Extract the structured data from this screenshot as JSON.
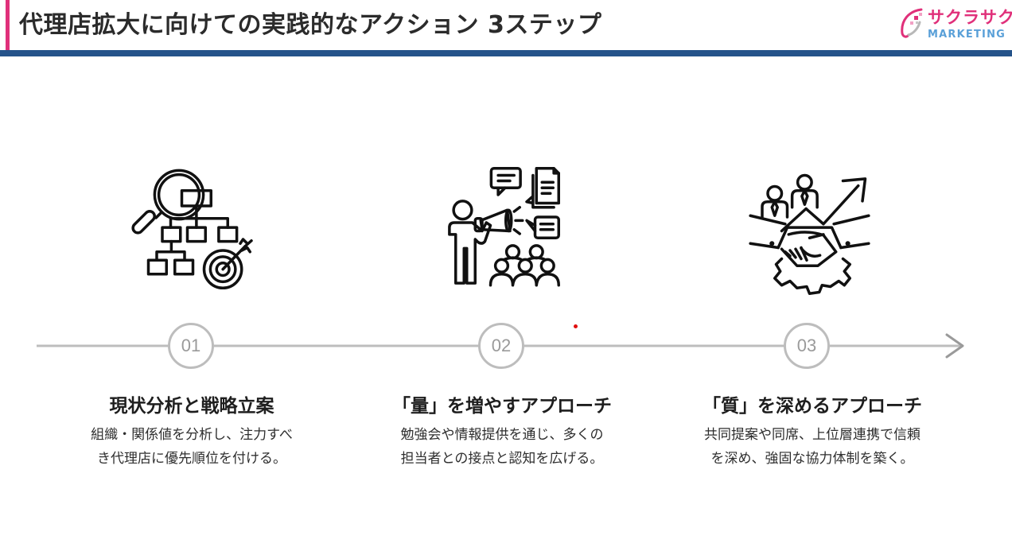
{
  "header": {
    "title": "代理店拡大に向けての実践的なアクション 3ステップ",
    "accent_color": "#e0307a",
    "rule_color": "#25538a"
  },
  "logo": {
    "name_jp": "サクラサク",
    "name_en": "MARKETING",
    "jp_color": "#e0307a",
    "en_color": "#5aa0d8",
    "icon": "sakura-petal-icon"
  },
  "timeline": {
    "line_color": "#bdbdbd",
    "end_icon": "arrow-right-icon"
  },
  "steps": [
    {
      "number": "01",
      "icon": "org-chart-magnifier-target-icon",
      "title": "現状分析と戦略立案",
      "desc_lines": [
        "組織・関係値を分析し、注力すべ",
        "き代理店に優先順位を付ける。"
      ]
    },
    {
      "number": "02",
      "icon": "megaphone-audience-icon",
      "title": "「量」を増やすアプローチ",
      "desc_lines": [
        "勉強会や情報提供を通じ、多くの",
        "担当者との接点と認知を広げる。"
      ]
    },
    {
      "number": "03",
      "icon": "handshake-growth-gear-icon",
      "title": "「質」を深めるアプローチ",
      "desc_lines": [
        "共同提案や同席、上位層連携で信頼",
        "を深め、強固な協力体制を築く。"
      ]
    }
  ]
}
